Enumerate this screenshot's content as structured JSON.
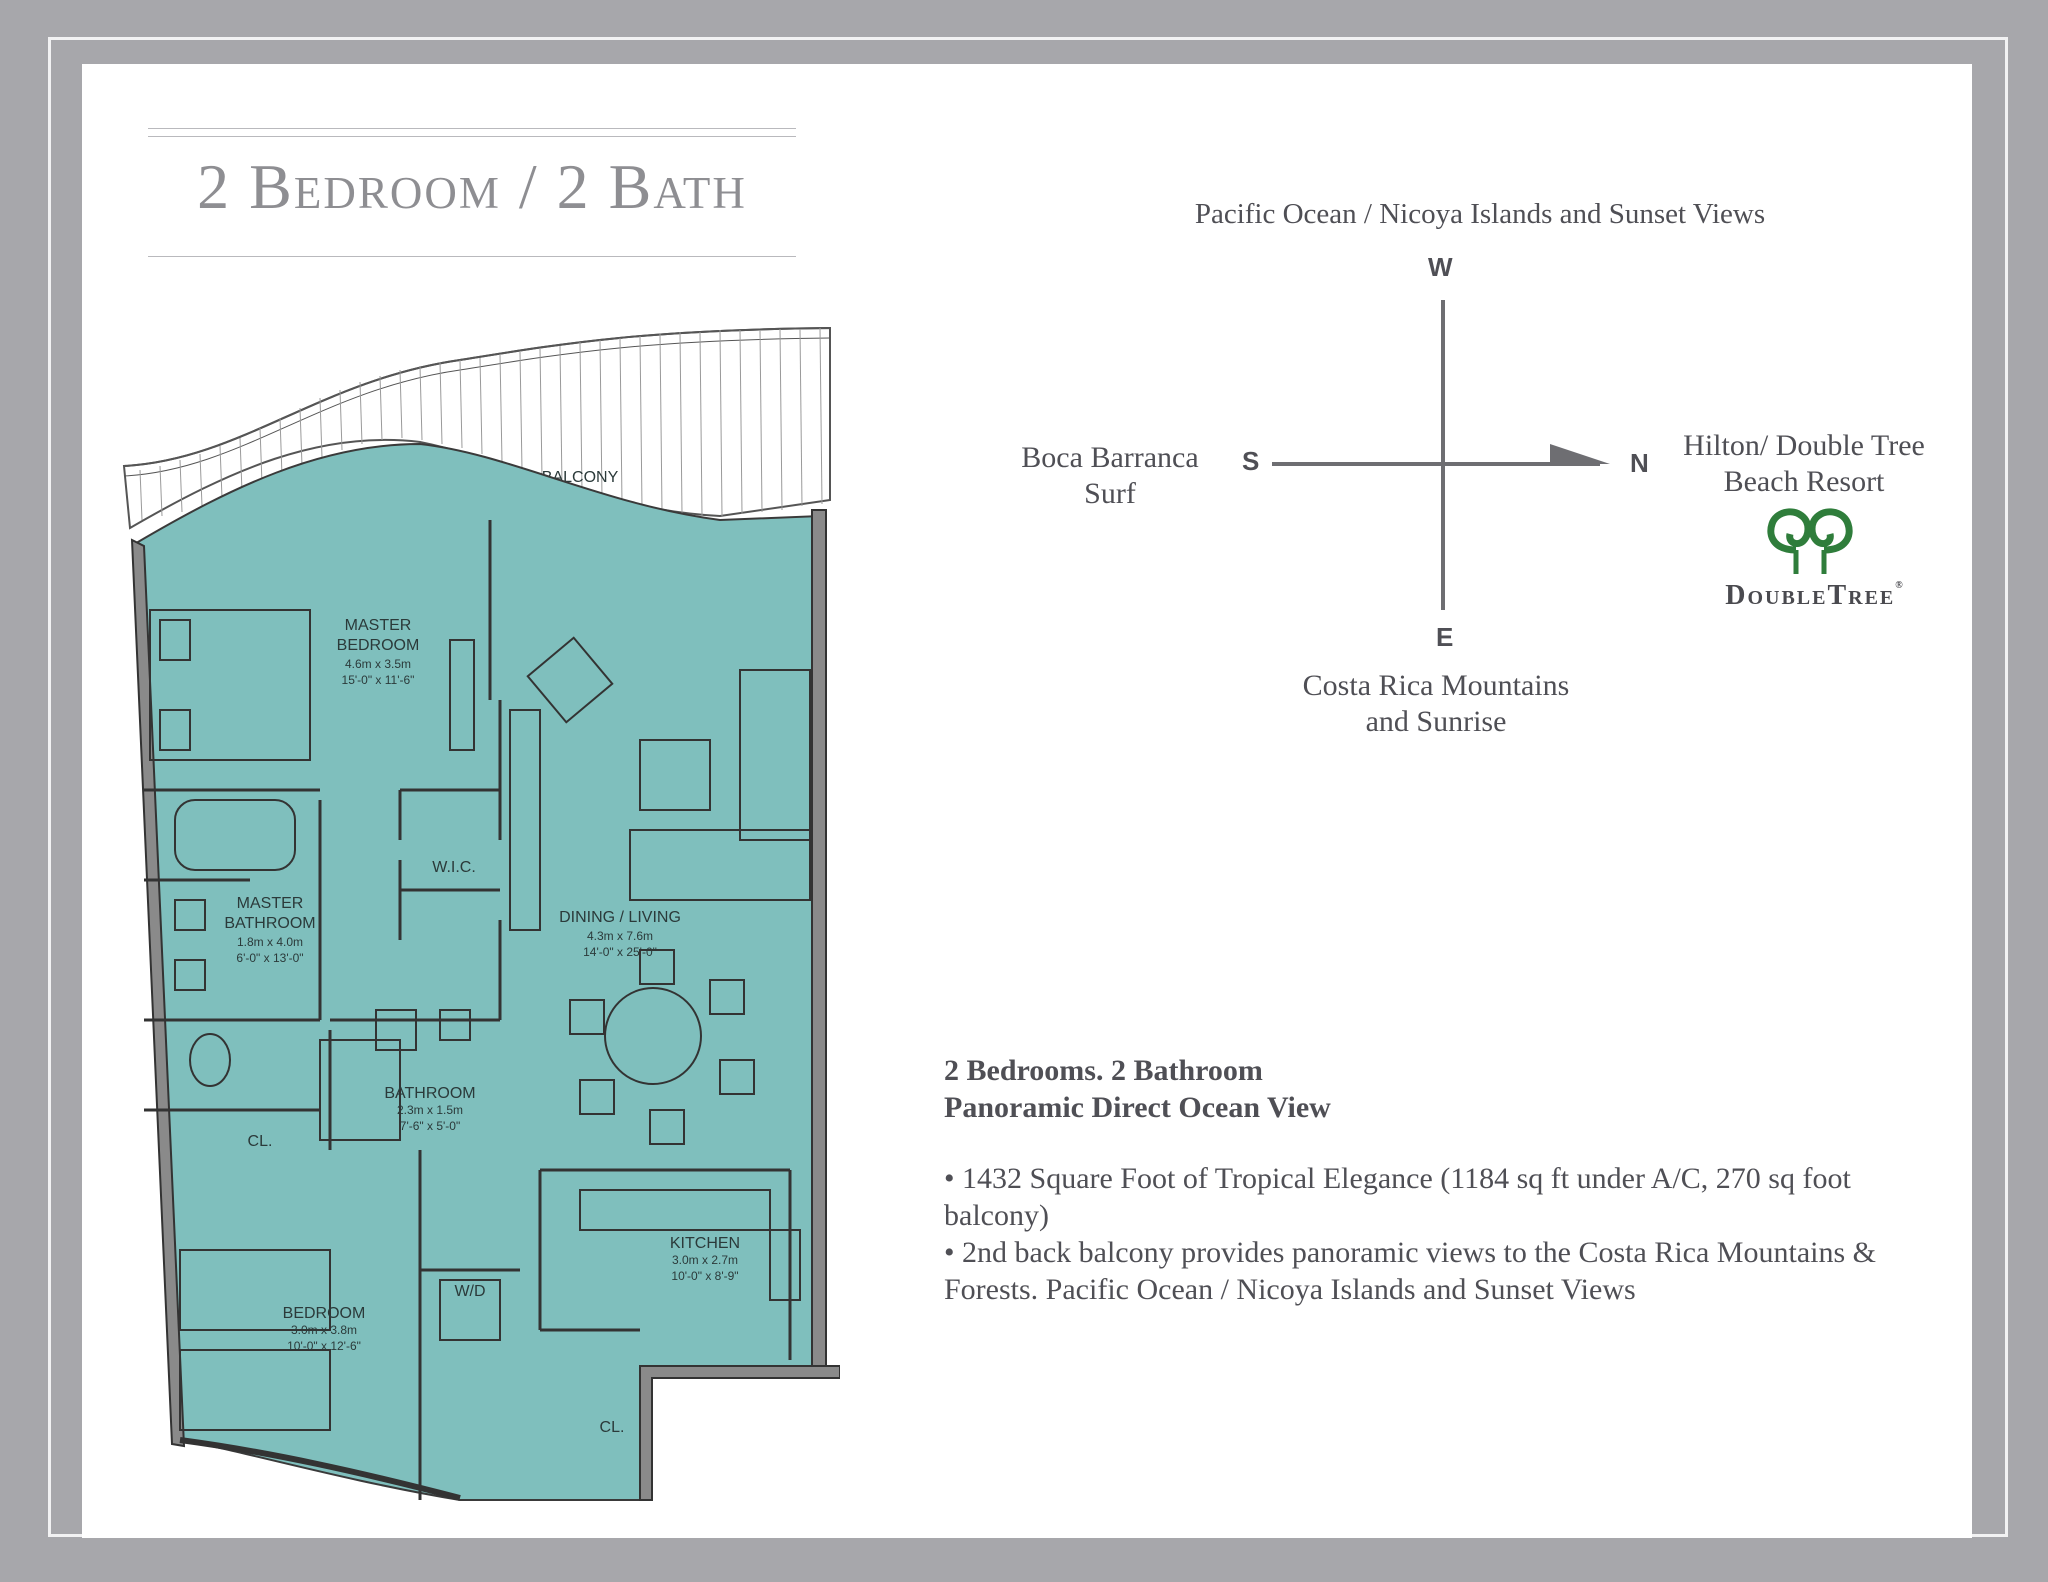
{
  "title": "2 Bedroom / 2 Bath",
  "orientation": {
    "west_view": "Pacific Ocean / Nicoya Islands and Sunset Views",
    "south_view_line1": "Boca Barranca",
    "south_view_line2": "Surf",
    "north_view_line1": "Hilton/ Double Tree",
    "north_view_line2": "Beach Resort",
    "east_view_line1": "Costa Rica Mountains",
    "east_view_line2": "and Sunrise",
    "letters": {
      "w": "W",
      "s": "S",
      "n": "N",
      "e": "E"
    }
  },
  "logo": {
    "text": "DoubleTree",
    "mark": "®",
    "color": "#2f7d3b"
  },
  "description": {
    "heading1": "2 Bedrooms. 2 Bathroom",
    "heading2": "Panoramic Direct Ocean View",
    "bullet1": "• 1432 Square Foot of Tropical Elegance (1184 sq ft under A/C, 270 sq foot balcony)",
    "bullet2": "• 2nd back balcony provides panoramic views to the Costa Rica Mountains & Forests. Pacific Ocean / Nicoya Islands and Sunset Views"
  },
  "floorplan": {
    "fill_color": "#7fbfbd",
    "balcony": "BALCONY",
    "master_bedroom": {
      "l1": "MASTER",
      "l2": "BEDROOM",
      "m": "4.6m x 3.5m",
      "ft": "15'-0\" x 11'-6\""
    },
    "wic": "W.I.C.",
    "dining_living": {
      "l1": "DINING / LIVING",
      "m": "4.3m x 7.6m",
      "ft": "14'-0\" x 25'-0\""
    },
    "master_bathroom": {
      "l1": "MASTER",
      "l2": "BATHROOM",
      "m": "1.8m x 4.0m",
      "ft": "6'-0\" x 13'-0\""
    },
    "bathroom": {
      "l1": "BATHROOM",
      "m": "2.3m x 1.5m",
      "ft": "7'-6\" x 5'-0\""
    },
    "closet1": "CL.",
    "kitchen": {
      "l1": "KITCHEN",
      "m": "3.0m x 2.7m",
      "ft": "10'-0\" x 8'-9\""
    },
    "wd": "W/D",
    "bedroom": {
      "l1": "BEDROOM",
      "m": "3.0m x 3.8m",
      "ft": "10'-0\" x 12'-6\""
    },
    "closet2": "CL."
  }
}
